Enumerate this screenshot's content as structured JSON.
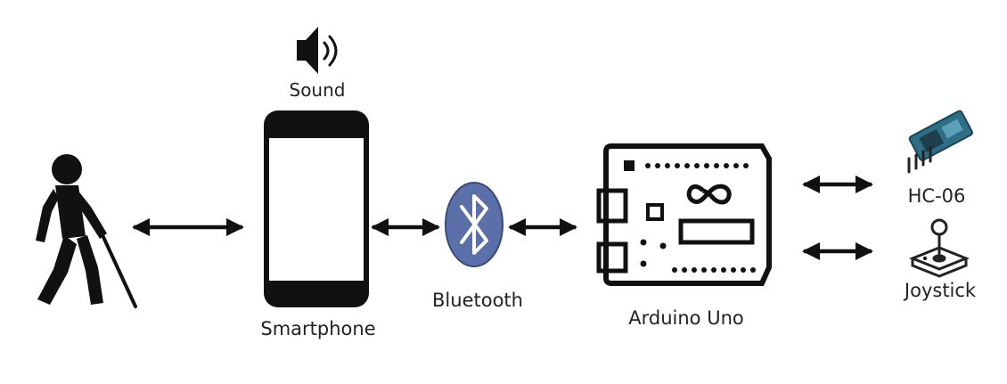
{
  "diagram": {
    "nodes": {
      "user": {
        "icon": "blind-person-with-cane-icon"
      },
      "sound": {
        "label": "Sound",
        "icon": "speaker-icon"
      },
      "smartphone": {
        "label": "Smartphone",
        "icon": "smartphone-icon"
      },
      "bluetooth": {
        "label": "Bluetooth",
        "icon": "bluetooth-icon"
      },
      "arduino": {
        "label": "Arduino Uno",
        "icon": "arduino-board-icon"
      },
      "hc06": {
        "label": "HC-06",
        "icon": "bluetooth-module-icon"
      },
      "joystick": {
        "label": "Joystick",
        "icon": "joystick-icon"
      }
    },
    "connections": [
      {
        "from": "user",
        "to": "smartphone",
        "type": "bidirectional"
      },
      {
        "from": "smartphone",
        "to": "bluetooth",
        "type": "bidirectional"
      },
      {
        "from": "bluetooth",
        "to": "arduino",
        "type": "bidirectional"
      },
      {
        "from": "arduino",
        "to": "hc06",
        "type": "bidirectional"
      },
      {
        "from": "arduino",
        "to": "joystick",
        "type": "bidirectional"
      }
    ],
    "colors": {
      "ink": "#111111",
      "bluetooth_fill": "#5b6fa8",
      "module_fill": "#2f6f86"
    }
  }
}
